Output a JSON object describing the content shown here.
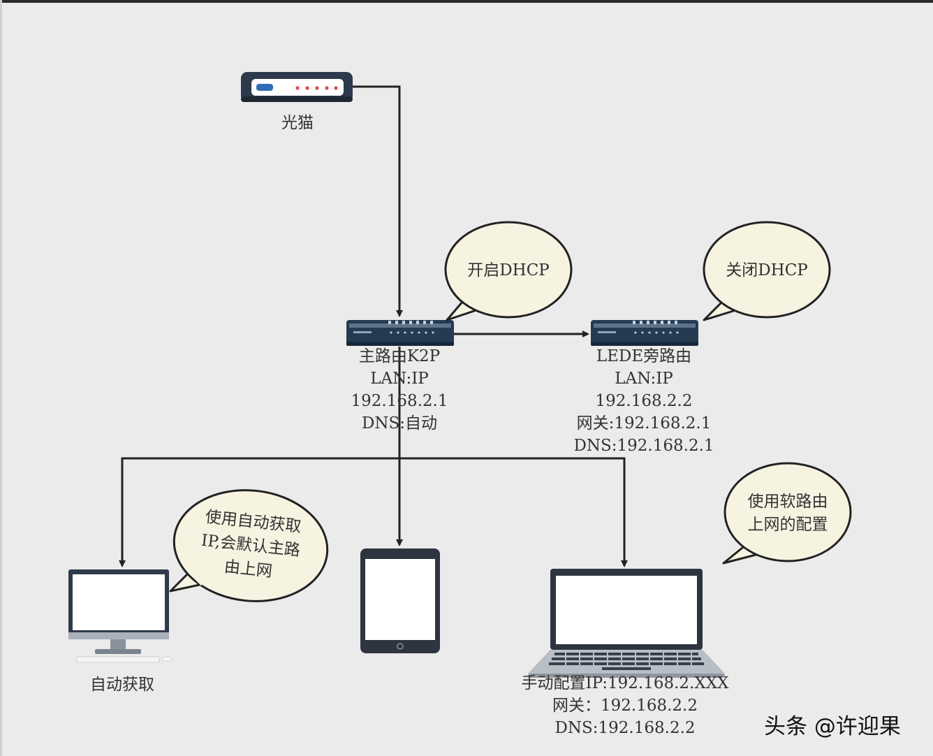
{
  "nodes": {
    "modem": {
      "label": "光猫"
    },
    "main_router": {
      "lines": [
        "主路由K2P",
        "LAN:IP",
        "192.168.2.1",
        "DNS:自动"
      ]
    },
    "side_router": {
      "lines": [
        "LEDE旁路由",
        "LAN:IP",
        "192.168.2.2",
        "网关:192.168.2.1",
        "DNS:192.168.2.1"
      ]
    },
    "desktop": {
      "label": "自动获取"
    },
    "tablet": {},
    "laptop": {
      "lines": [
        "手动配置IP:192.168.2.XXX",
        "网关：192.168.2.2",
        "DNS:192.168.2.2"
      ]
    }
  },
  "callouts": {
    "main_router": "开启DHCP",
    "side_router": "关闭DHCP",
    "desktop": [
      "使用自动获取",
      "IP,会默认主路",
      "由上网"
    ],
    "laptop": [
      "使用软路由",
      "上网的配置"
    ]
  },
  "watermark": "头条 @许迎果",
  "colors": {
    "background": "#ebebeb",
    "wire": "#222222",
    "bubble_fill": "#f6f3e1",
    "device_dark": "#2f3a4b",
    "router_blue": "#243b52"
  }
}
